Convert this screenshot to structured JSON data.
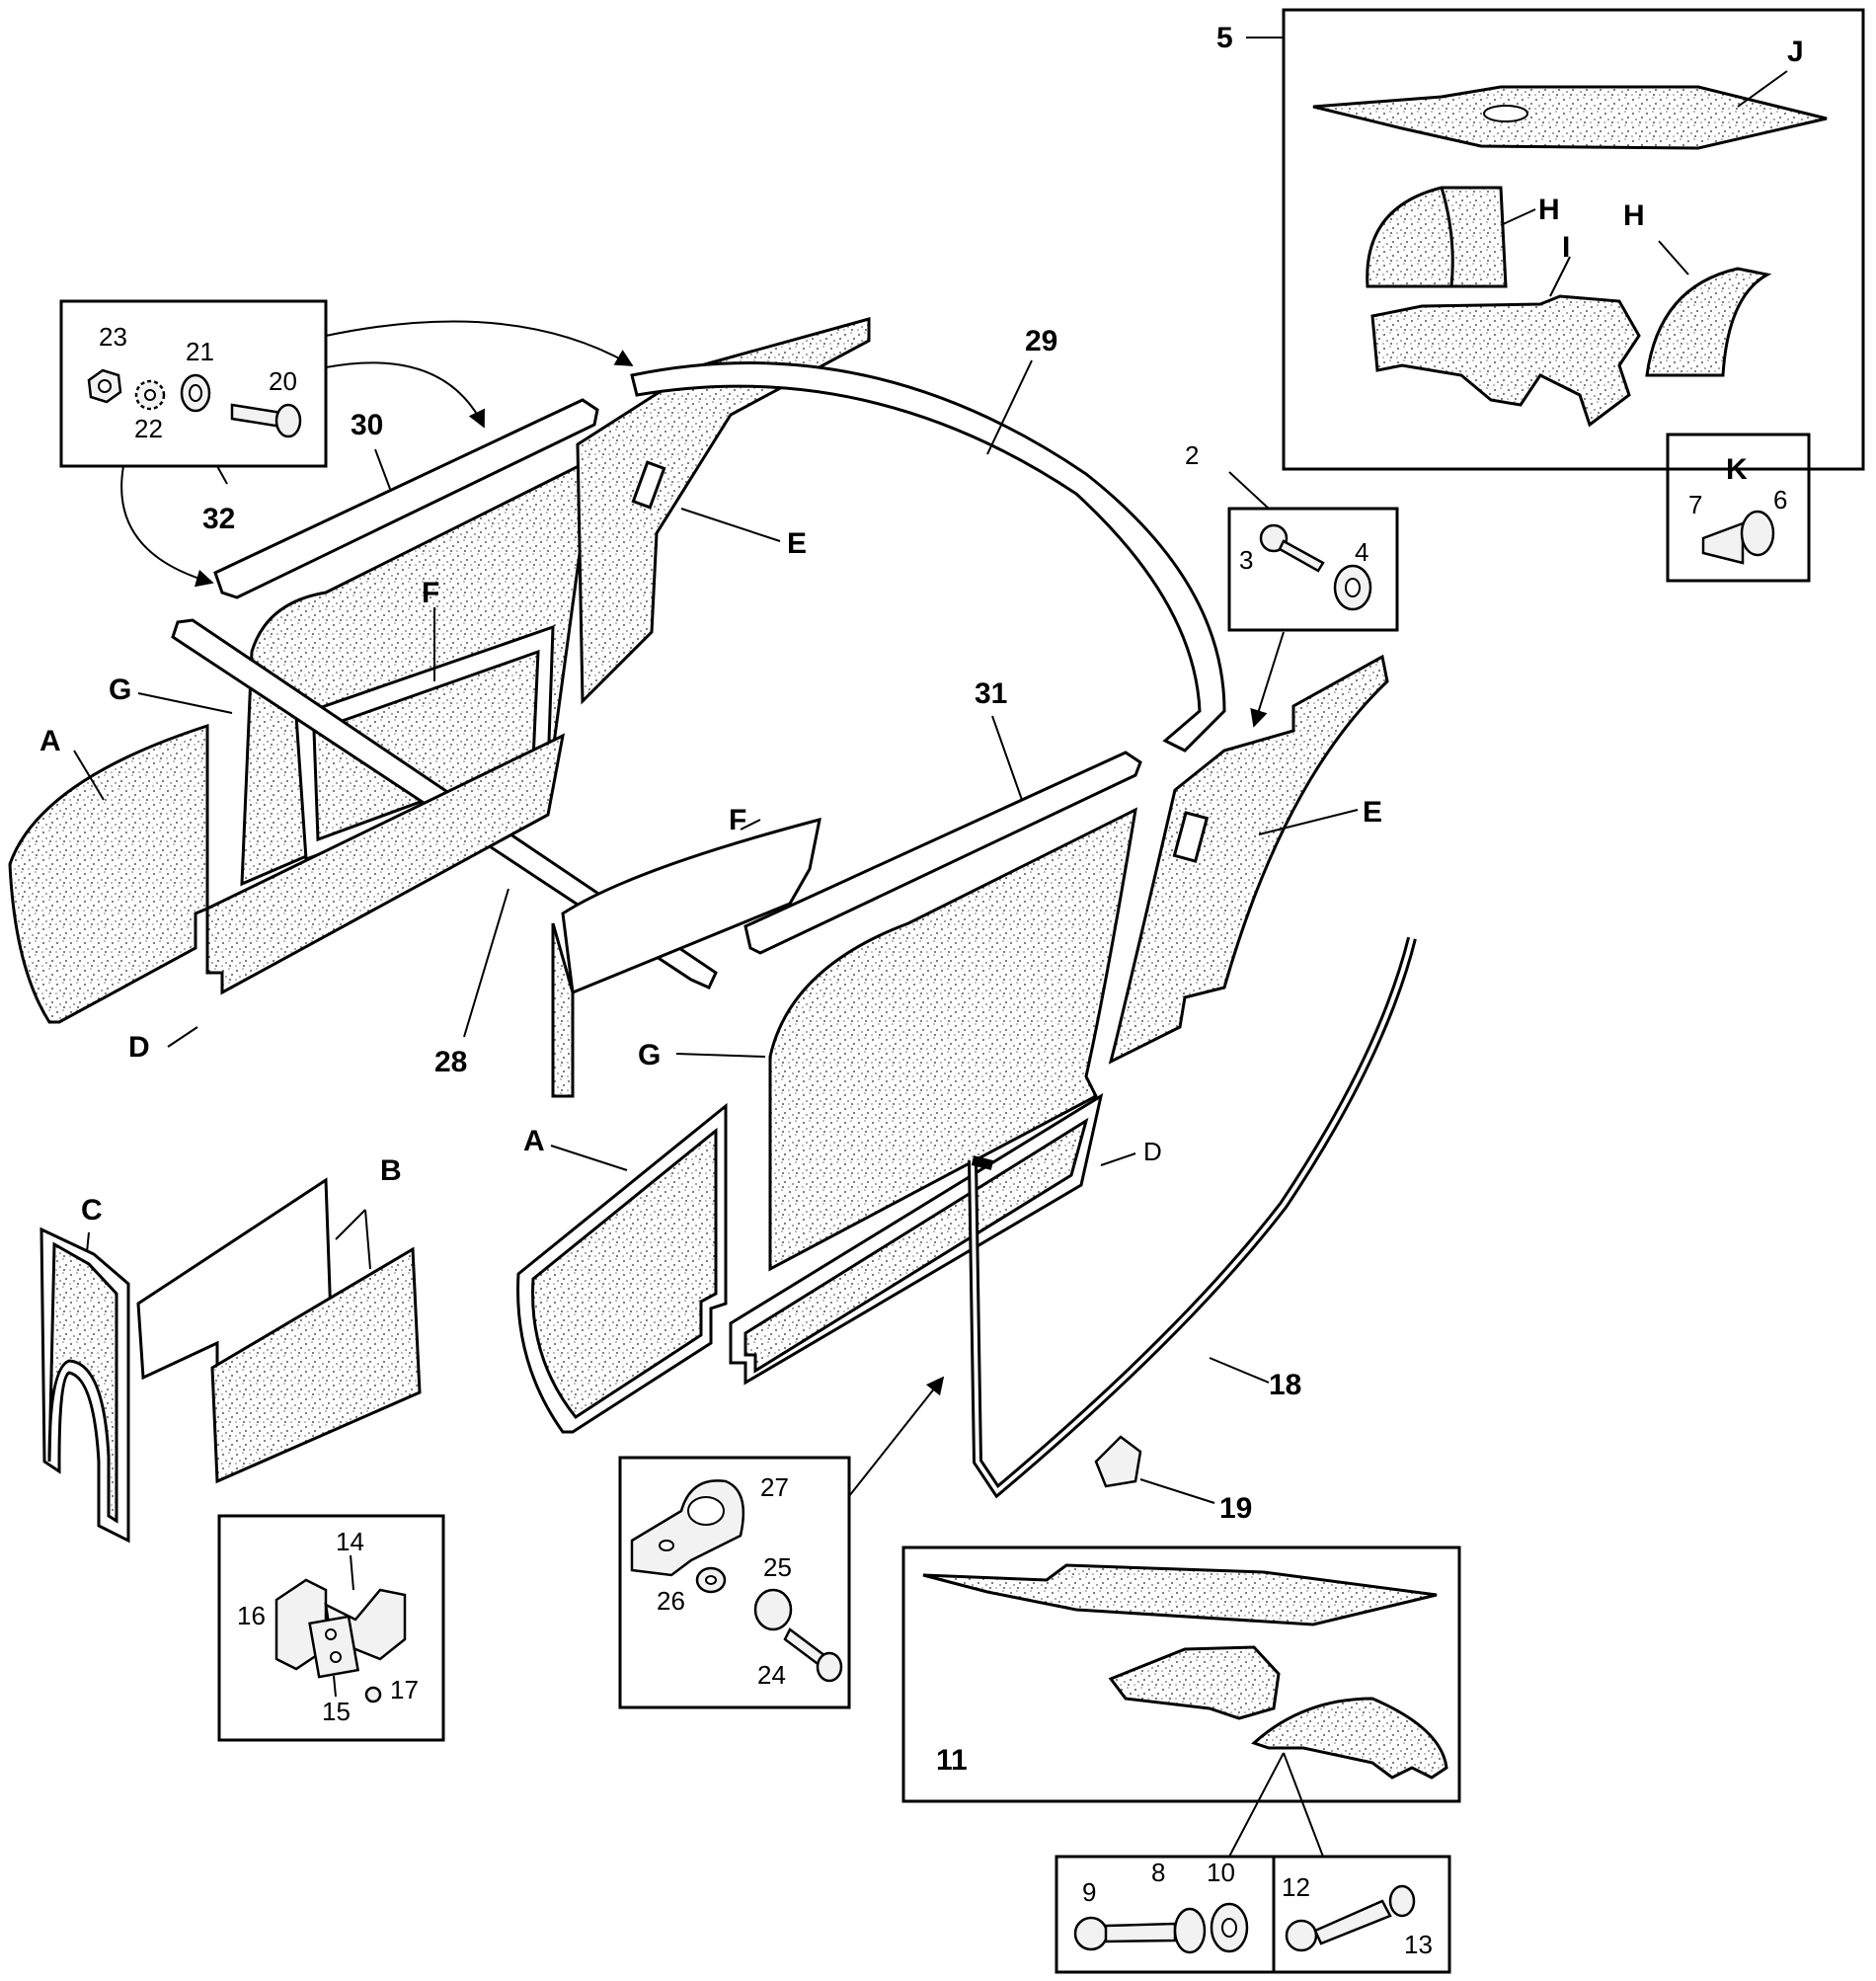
{
  "labels": {
    "l2": "2",
    "l3": "3",
    "l4": "4",
    "l5": "5",
    "l6": "6",
    "l7": "7",
    "l8": "8",
    "l9": "9",
    "l10": "10",
    "l11": "11",
    "l12": "12",
    "l13": "13",
    "l14": "14",
    "l15": "15",
    "l16": "16",
    "l17": "17",
    "l18": "18",
    "l19": "19",
    "l20": "20",
    "l21": "21",
    "l22": "22",
    "l23": "23",
    "l24": "24",
    "l25": "25",
    "l26": "26",
    "l27": "27",
    "l28": "28",
    "l29": "29",
    "l30": "30",
    "l31": "31",
    "l32": "32",
    "A": "A",
    "B": "B",
    "C": "C",
    "D": "D",
    "E": "E",
    "F": "F",
    "G": "G",
    "H": "H",
    "I": "I",
    "J": "J",
    "K": "K"
  }
}
